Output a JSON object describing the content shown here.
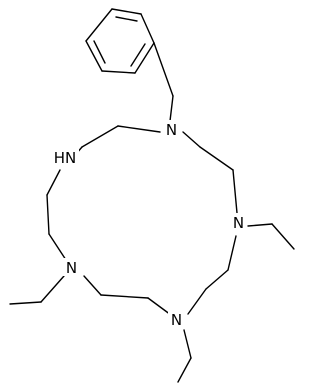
{
  "molecule": {
    "atoms": [
      {
        "id": "n1",
        "label": "N"
      },
      {
        "id": "n2",
        "label": "N"
      },
      {
        "id": "n3",
        "label": "N"
      },
      {
        "id": "n4",
        "label": "N"
      },
      {
        "id": "nh",
        "label": "HN"
      }
    ]
  },
  "colors": {
    "bond": "#000000",
    "label": "#000000",
    "background": "#ffffff"
  }
}
